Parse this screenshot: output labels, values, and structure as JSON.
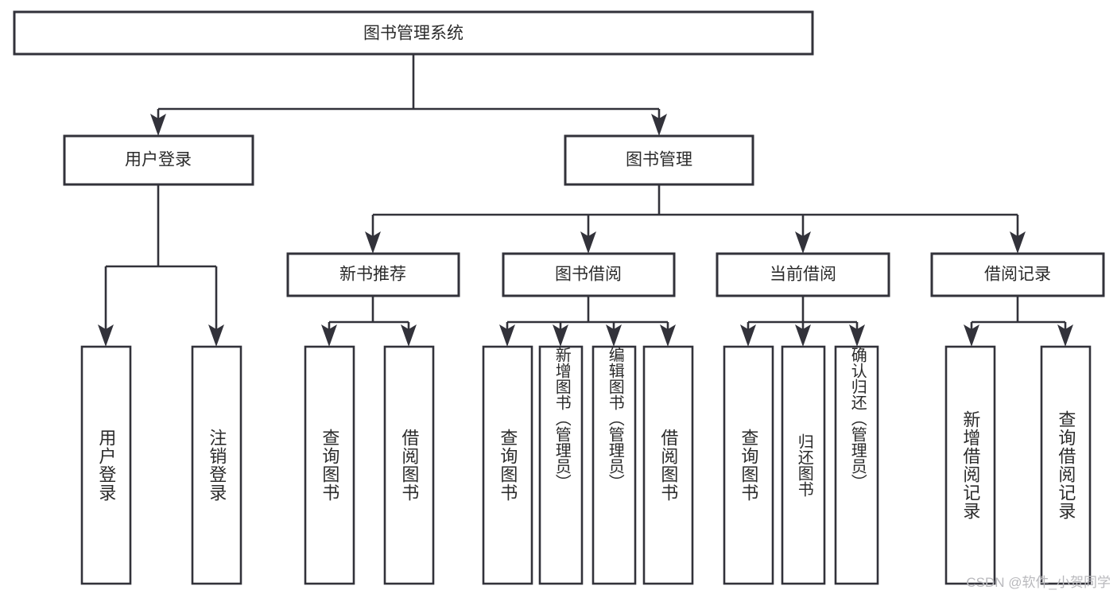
{
  "diagram": {
    "type": "hierarchy-tree",
    "title": "图书管理系统",
    "orientation": "top-down",
    "levels": 4,
    "root": {
      "label": "图书管理系统",
      "id": "root"
    },
    "level1": [
      {
        "id": "user-login",
        "label": "用户登录"
      },
      {
        "id": "book-management",
        "label": "图书管理"
      }
    ],
    "level2": [
      {
        "id": "new-book-recommend",
        "label": "新书推荐",
        "parent": "book-management"
      },
      {
        "id": "book-borrow",
        "label": "图书借阅",
        "parent": "book-management"
      },
      {
        "id": "current-borrow",
        "label": "当前借阅",
        "parent": "book-management"
      },
      {
        "id": "borrow-record",
        "label": "借阅记录",
        "parent": "book-management"
      }
    ],
    "leaves": {
      "user_login": [
        {
          "id": "leaf-user-login",
          "label": "用户登录"
        },
        {
          "id": "leaf-logout-login",
          "label": "注销登录"
        }
      ],
      "new_book_recommend": [
        {
          "id": "leaf-query-book-1",
          "label": "查询图书"
        },
        {
          "id": "leaf-borrow-book-1",
          "label": "借阅图书"
        }
      ],
      "book_borrow": [
        {
          "id": "leaf-query-book-2",
          "label": "查询图书"
        },
        {
          "id": "leaf-add-book",
          "label": "新增图书（管理员）"
        },
        {
          "id": "leaf-edit-book",
          "label": "编辑图书（管理员）"
        },
        {
          "id": "leaf-borrow-book-2",
          "label": "借阅图书"
        }
      ],
      "current_borrow": [
        {
          "id": "leaf-query-book-3",
          "label": "查询图书"
        },
        {
          "id": "leaf-return-book",
          "label": "归还图书"
        },
        {
          "id": "leaf-confirm-return",
          "label": "确认归还（管理员）"
        }
      ],
      "borrow_record": [
        {
          "id": "leaf-add-record",
          "label": "新增借阅记录"
        },
        {
          "id": "leaf-query-record",
          "label": "查询借阅记录"
        }
      ]
    }
  },
  "watermark": {
    "text": "CSDN @软件_小贺同学"
  },
  "colors": {
    "stroke": "#32323a",
    "fill": "#ffffff",
    "text": "#2b2b2b",
    "watermark": "#b9b9bd"
  }
}
